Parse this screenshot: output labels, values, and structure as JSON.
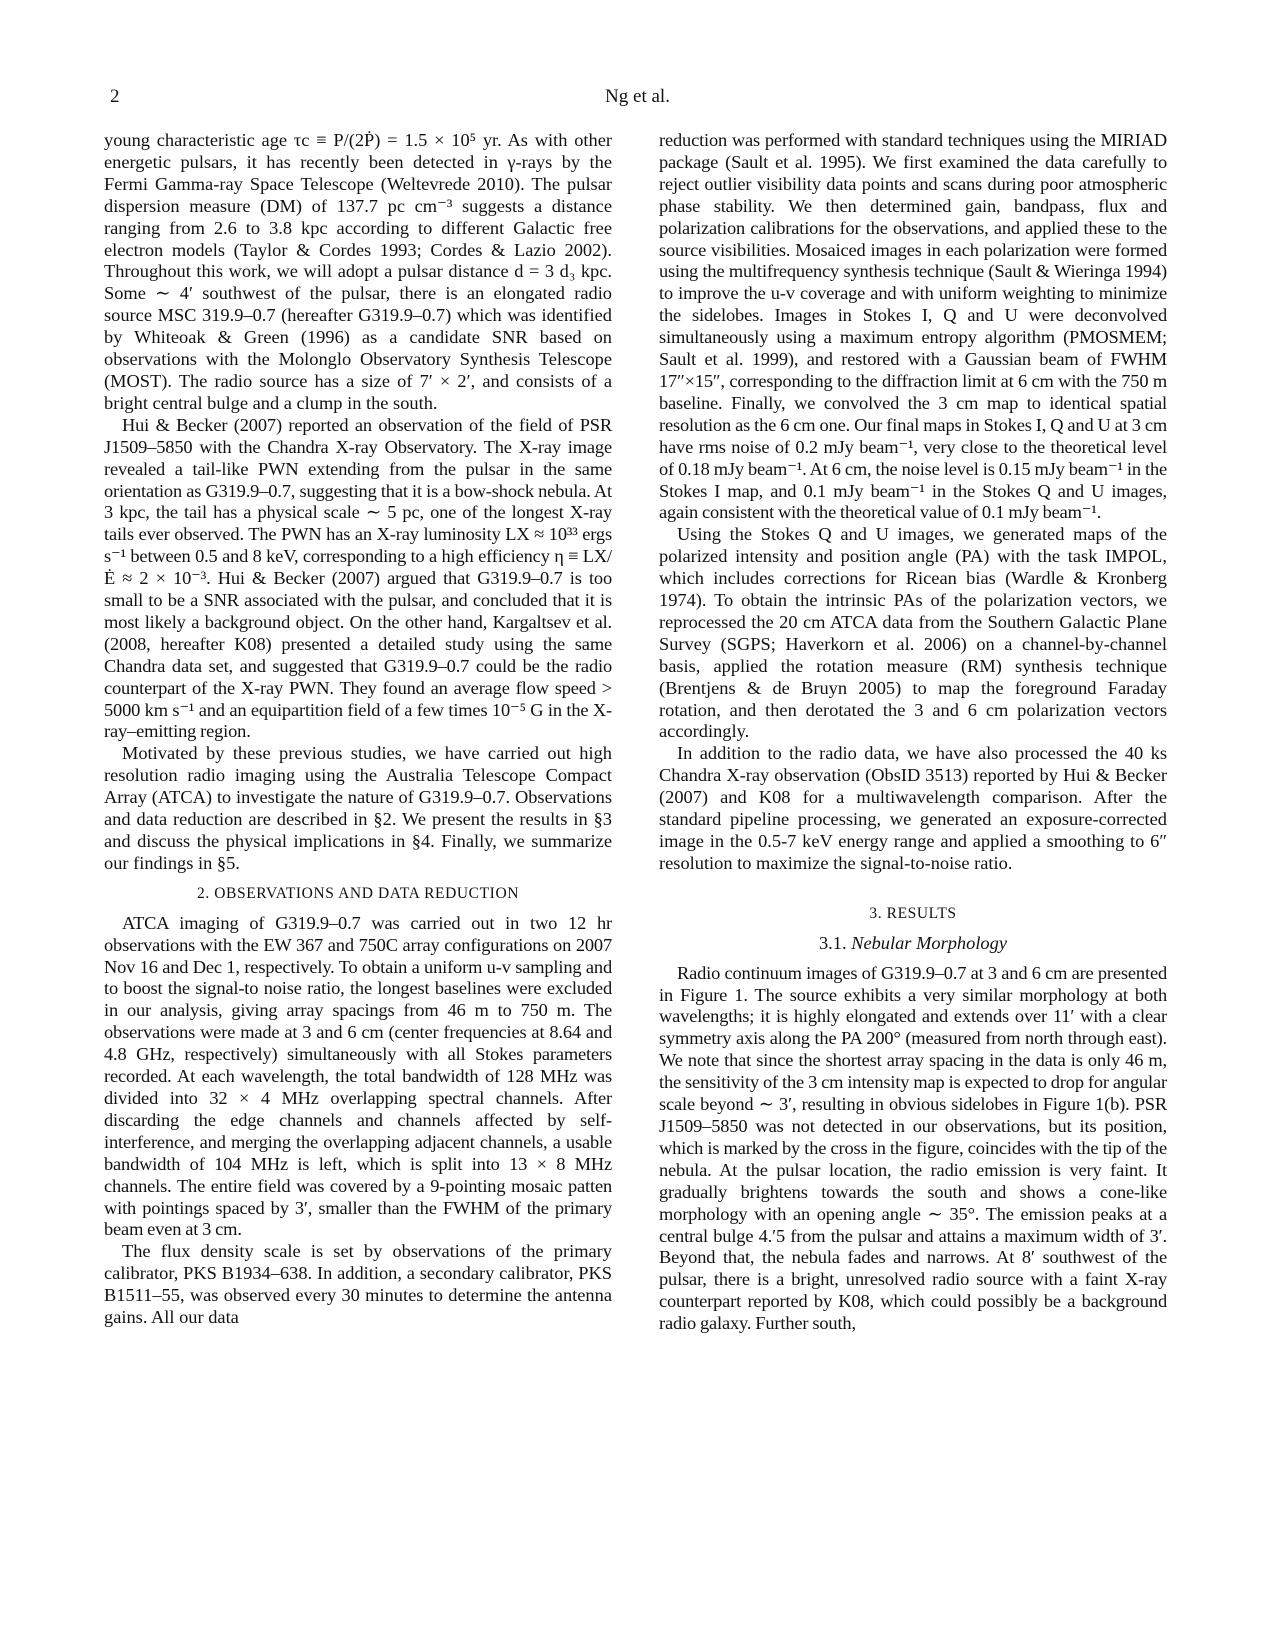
{
  "header": {
    "page_number": "2",
    "running_head": "Ng et al."
  },
  "left_column": {
    "p1": "young characteristic age τc ≡ P/(2Ṗ) = 1.5 × 10⁵ yr. As with other energetic pulsars, it has recently been detected in γ-rays by the Fermi Gamma-ray Space Telescope (Weltevrede 2010). The pulsar dispersion measure (DM) of 137.7 pc cm⁻³ suggests a distance ranging from 2.6 to 3.8 kpc according to different Galactic free electron models (Taylor & Cordes 1993; Cordes & Lazio 2002). Throughout this work, we will adopt a pulsar distance d = 3 d₃ kpc. Some ∼ 4′ southwest of the pulsar, there is an elongated radio source MSC 319.9–0.7 (hereafter G319.9–0.7) which was identified by Whiteoak & Green (1996) as a candidate SNR based on observations with the Molonglo Observatory Synthesis Telescope (MOST). The radio source has a size of 7′ × 2′, and consists of a bright central bulge and a clump in the south.",
    "p2": "Hui & Becker (2007) reported an observation of the field of PSR J1509–5850 with the Chandra X-ray Observatory. The X-ray image revealed a tail-like PWN extending from the pulsar in the same orientation as G319.9–0.7, suggesting that it is a bow-shock nebula. At 3 kpc, the tail has a physical scale ∼ 5 pc, one of the longest X-ray tails ever observed. The PWN has an X-ray luminosity LX ≈ 10³³ ergs s⁻¹ between 0.5 and 8 keV, corresponding to a high efficiency η ≡ LX/Ė ≈ 2 × 10⁻³. Hui & Becker (2007) argued that G319.9–0.7 is too small to be a SNR associated with the pulsar, and concluded that it is most likely a background object. On the other hand, Kargaltsev et al. (2008, hereafter K08) presented a detailed study using the same Chandra data set, and suggested that G319.9–0.7 could be the radio counterpart of the X-ray PWN. They found an average flow speed > 5000 km s⁻¹ and an equipartition field of a few times 10⁻⁵ G in the X-ray–emitting region.",
    "p3": "Motivated by these previous studies, we have carried out high resolution radio imaging using the Australia Telescope Compact Array (ATCA) to investigate the nature of G319.9–0.7. Observations and data reduction are described in §2. We present the results in §3 and discuss the physical implications in §4. Finally, we summarize our findings in §5.",
    "section2_heading": "2. OBSERVATIONS AND DATA REDUCTION",
    "p4": "ATCA imaging of G319.9–0.7 was carried out in two 12 hr observations with the EW 367 and 750C array configurations on 2007 Nov 16 and Dec 1, respectively. To obtain a uniform u-v sampling and to boost the signal-to noise ratio, the longest baselines were excluded in our analysis, giving array spacings from 46 m to 750 m. The observations were made at 3 and 6 cm (center frequencies at 8.64 and 4.8 GHz, respectively) simultaneously with all Stokes parameters recorded. At each wavelength, the total bandwidth of 128 MHz was divided into 32 × 4 MHz overlapping spectral channels. After discarding the edge channels and channels affected by self-interference, and merging the overlapping adjacent channels, a usable bandwidth of 104 MHz is left, which is split into 13 × 8 MHz channels. The entire field was covered by a 9-pointing mosaic patten with pointings spaced by 3′, smaller than the FWHM of the primary beam even at 3 cm.",
    "p5": "The flux density scale is set by observations of the primary calibrator, PKS B1934–638. In addition, a secondary calibrator, PKS B1511–55, was observed every 30 minutes to determine the antenna gains. All our data"
  },
  "right_column": {
    "p1": "reduction was performed with standard techniques using the MIRIAD package (Sault et al. 1995). We first examined the data carefully to reject outlier visibility data points and scans during poor atmospheric phase stability. We then determined gain, bandpass, flux and polarization calibrations for the observations, and applied these to the source visibilities. Mosaiced images in each polarization were formed using the multifrequency synthesis technique (Sault & Wieringa 1994) to improve the u-v coverage and with uniform weighting to minimize the sidelobes. Images in Stokes I, Q and U were deconvolved simultaneously using a maximum entropy algorithm (PMOSMEM; Sault et al. 1999), and restored with a Gaussian beam of FWHM 17″×15″, corresponding to the diffraction limit at 6 cm with the 750 m baseline. Finally, we convolved the 3 cm map to identical spatial resolution as the 6 cm one. Our final maps in Stokes I, Q and U at 3 cm have rms noise of 0.2 mJy beam⁻¹, very close to the theoretical level of 0.18 mJy beam⁻¹. At 6 cm, the noise level is 0.15 mJy beam⁻¹ in the Stokes I map, and 0.1 mJy beam⁻¹ in the Stokes Q and U images, again consistent with the theoretical value of 0.1 mJy beam⁻¹.",
    "p2": "Using the Stokes Q and U images, we generated maps of the polarized intensity and position angle (PA) with the task IMPOL, which includes corrections for Ricean bias (Wardle & Kronberg 1974). To obtain the intrinsic PAs of the polarization vectors, we reprocessed the 20 cm ATCA data from the Southern Galactic Plane Survey (SGPS; Haverkorn et al. 2006) on a channel-by-channel basis, applied the rotation measure (RM) synthesis technique (Brentjens & de Bruyn 2005) to map the foreground Faraday rotation, and then derotated the 3 and 6 cm polarization vectors accordingly.",
    "p3": "In addition to the radio data, we have also processed the 40 ks Chandra X-ray observation (ObsID 3513) reported by Hui & Becker (2007) and K08 for a multiwavelength comparison. After the standard pipeline processing, we generated an exposure-corrected image in the 0.5-7 keV energy range and applied a smoothing to 6″ resolution to maximize the signal-to-noise ratio.",
    "section3_heading": "3. RESULTS",
    "subsection_number": "3.1.",
    "subsection_title": "Nebular Morphology",
    "p4": "Radio continuum images of G319.9–0.7 at 3 and 6 cm are presented in Figure 1. The source exhibits a very similar morphology at both wavelengths; it is highly elongated and extends over 11′ with a clear symmetry axis along the PA 200° (measured from north through east). We note that since the shortest array spacing in the data is only 46 m, the sensitivity of the 3 cm intensity map is expected to drop for angular scale beyond ∼ 3′, resulting in obvious sidelobes in Figure 1(b). PSR J1509–5850 was not detected in our observations, but its position, which is marked by the cross in the figure, coincides with the tip of the nebula. At the pulsar location, the radio emission is very faint. It gradually brightens towards the south and shows a cone-like morphology with an opening angle ∼ 35°. The emission peaks at a central bulge 4.′5 from the pulsar and attains a maximum width of 3′. Beyond that, the nebula fades and narrows. At 8′ southwest of the pulsar, there is a bright, unresolved radio source with a faint X-ray counterpart reported by K08, which could possibly be a background radio galaxy. Further south,"
  }
}
